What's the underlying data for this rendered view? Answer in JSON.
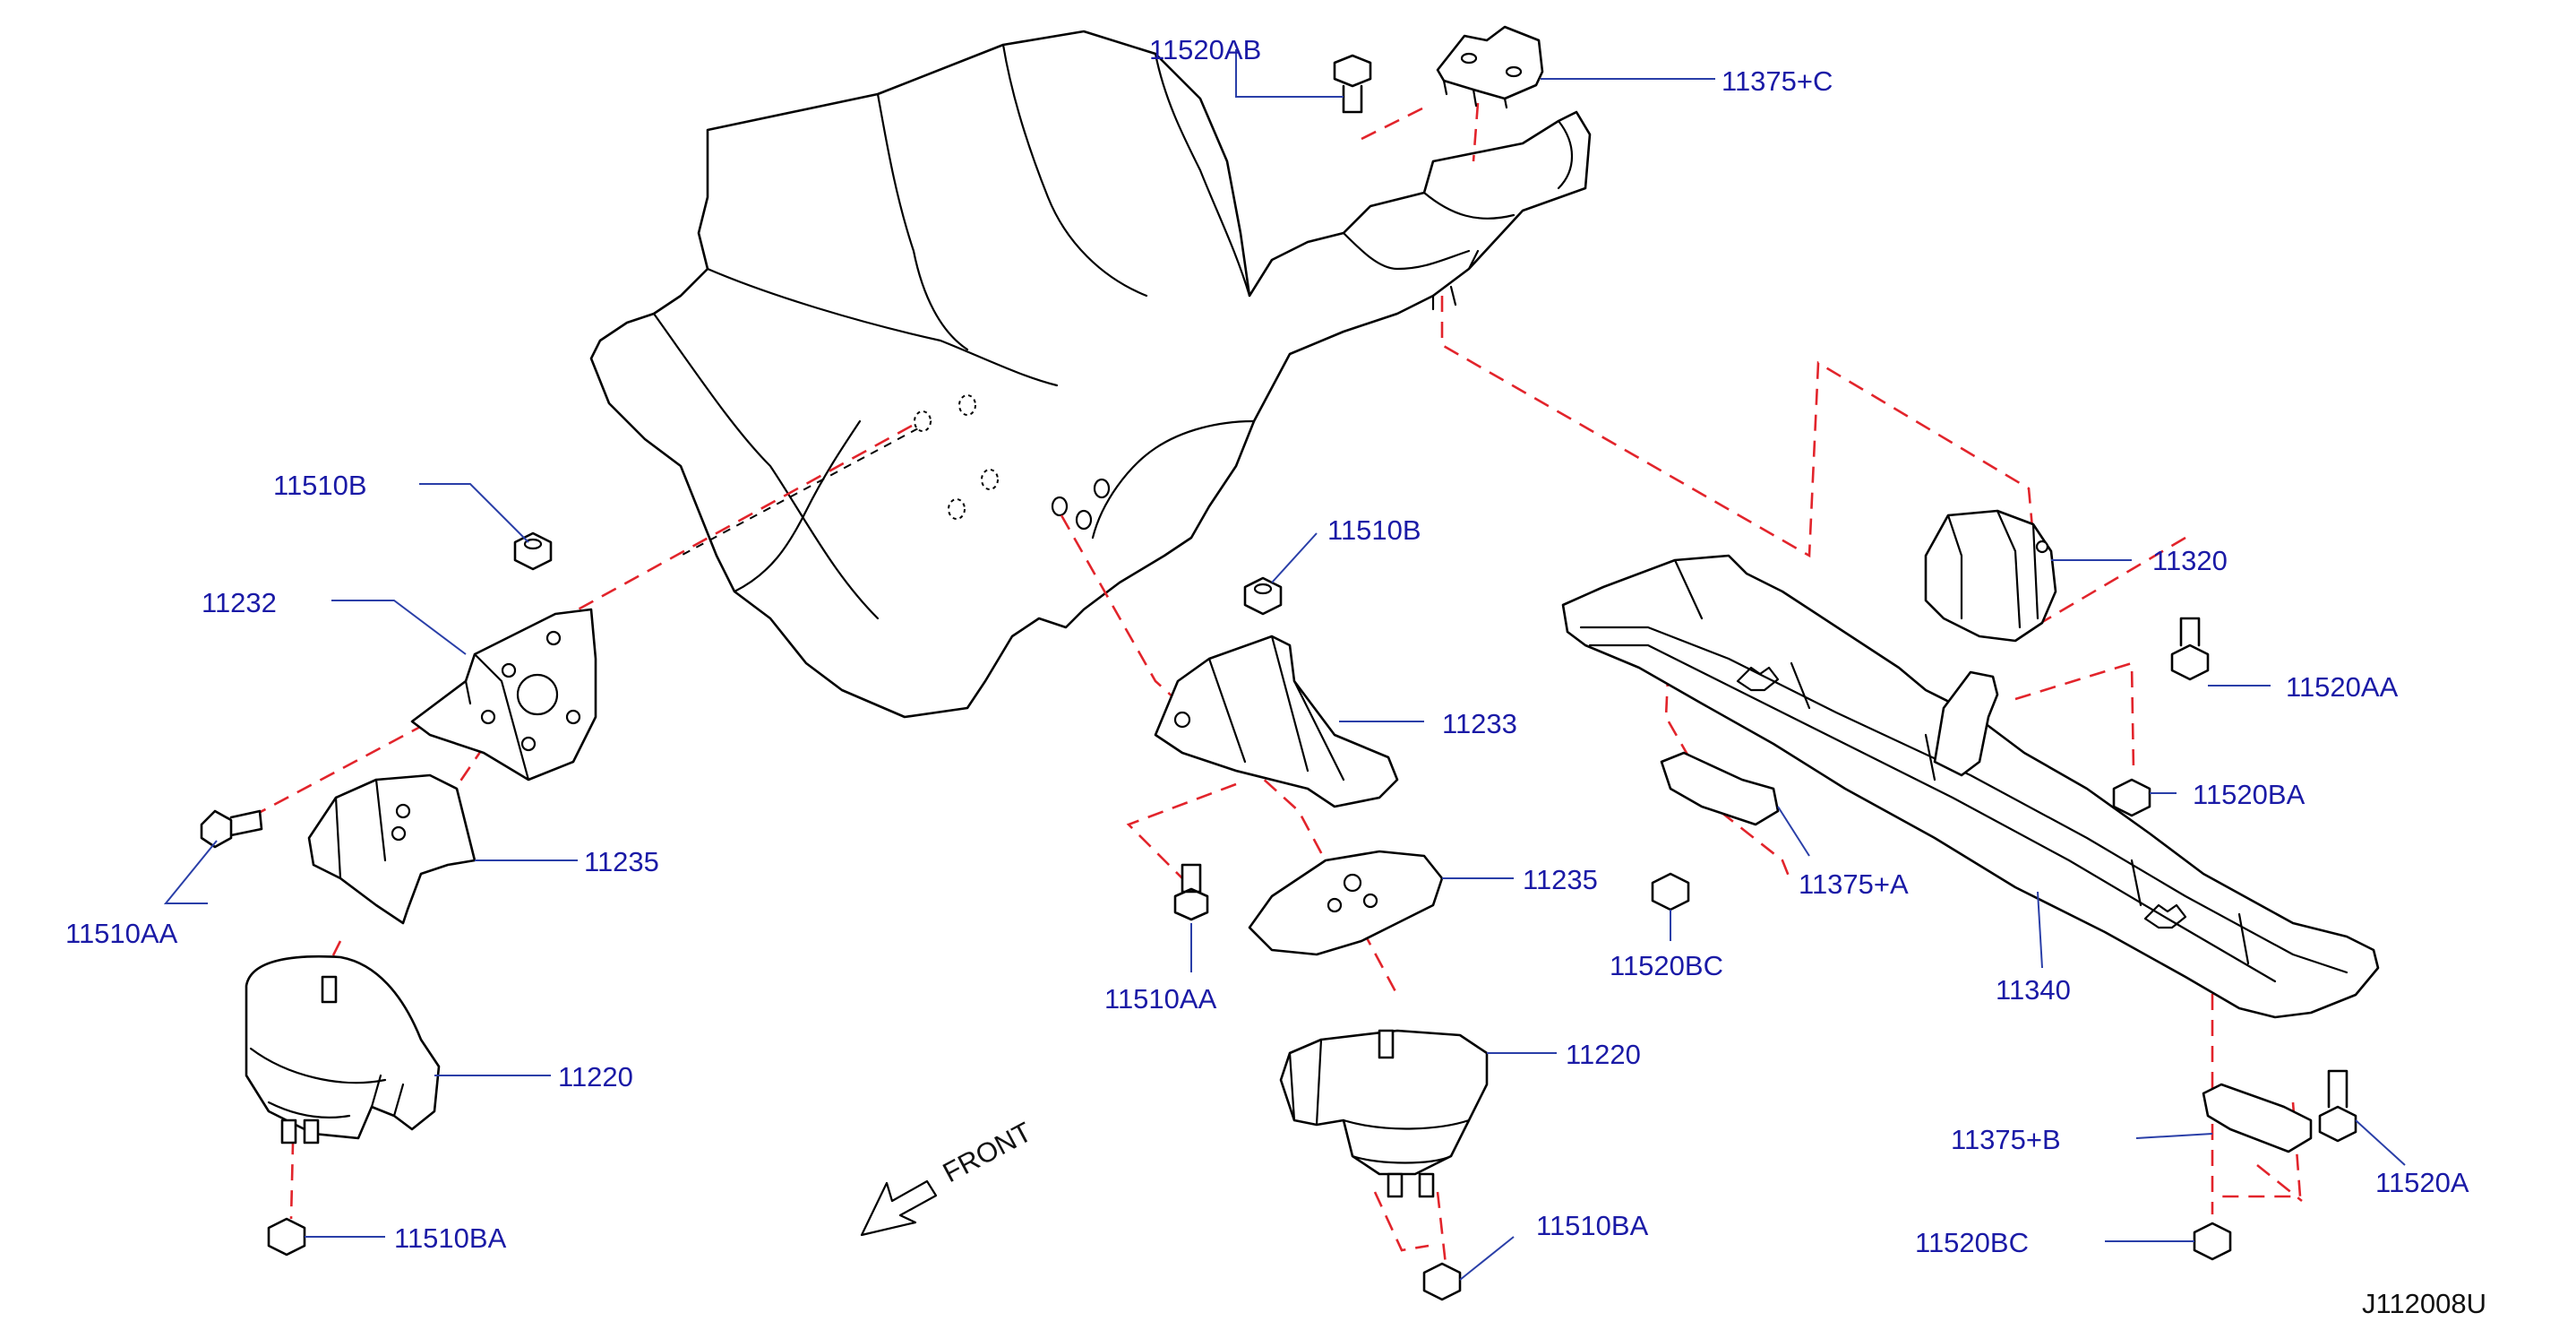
{
  "diagram": {
    "figure_code": "J112008U",
    "direction_label": "FRONT",
    "colors": {
      "label": "#1a1aa6",
      "leader": "#2a3fa8",
      "phantom_line": "#e2242b",
      "outline": "#000000",
      "background": "#ffffff"
    },
    "icons": [
      "front-arrow-icon"
    ],
    "labels": {
      "p11520AB": "11520AB",
      "p11375C": "11375+C",
      "p11510B_left": "11510B",
      "p11232": "11232",
      "p11510AA_left": "11510AA",
      "p11235_left": "11235",
      "p11220_left": "11220",
      "p11510BA_left": "11510BA",
      "p11510B_center": "11510B",
      "p11233": "11233",
      "p11235_center": "11235",
      "p11510AA_center": "11510AA",
      "p11220_center": "11220",
      "p11510BA_center": "11510BA",
      "p11320": "11320",
      "p11520AA": "11520AA",
      "p11520BA": "11520BA",
      "p11375A": "11375+A",
      "p11520BC_top": "11520BC",
      "p11340": "11340",
      "p11375B": "11375+B",
      "p11520A": "11520A",
      "p11520BC_bottom": "11520BC"
    }
  }
}
